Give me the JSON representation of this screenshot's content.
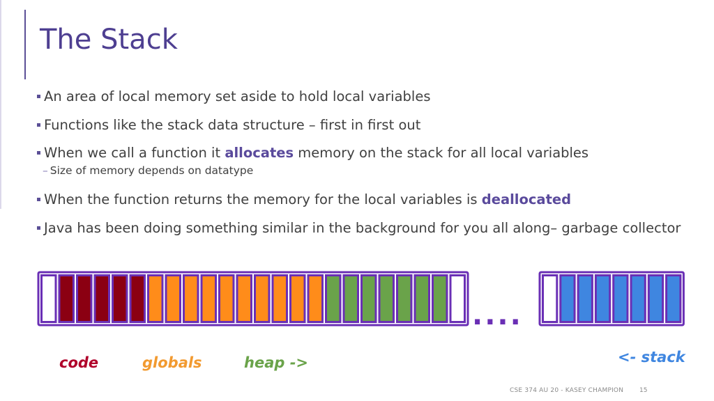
{
  "slide": {
    "title": "The Stack",
    "bullets": [
      {
        "text": "An area of local memory set aside to hold local variables"
      },
      {
        "text": "Functions like the stack data structure – first in first out"
      },
      {
        "before": "When we call a function it ",
        "highlight": "allocates",
        "after": " memory on the stack for all local variables"
      },
      {
        "before": "When the function returns the memory for the local variables is ",
        "highlight": "deallocated"
      },
      {
        "text": "Java has been doing something similar in the background for you all along– garbage collector"
      }
    ],
    "sub_bullet": "Size of memory depends on datatype",
    "footer": "CSE 374 AU 20 - KASEY CHAMPION",
    "page_number": "15"
  },
  "memory": {
    "ellipsis": "....",
    "labels": {
      "code": "code",
      "globals": "globals",
      "heap": "heap ->",
      "stack": "<- stack"
    }
  },
  "colors": {
    "accent": "#4e3f91",
    "highlight": "#5a4a9c",
    "border": "#6a2fb5",
    "code": "#8b0012",
    "globals": "#ff8c1a",
    "heap": "#6aa34a",
    "stack": "#3f86e0",
    "empty": "#ffffff"
  }
}
